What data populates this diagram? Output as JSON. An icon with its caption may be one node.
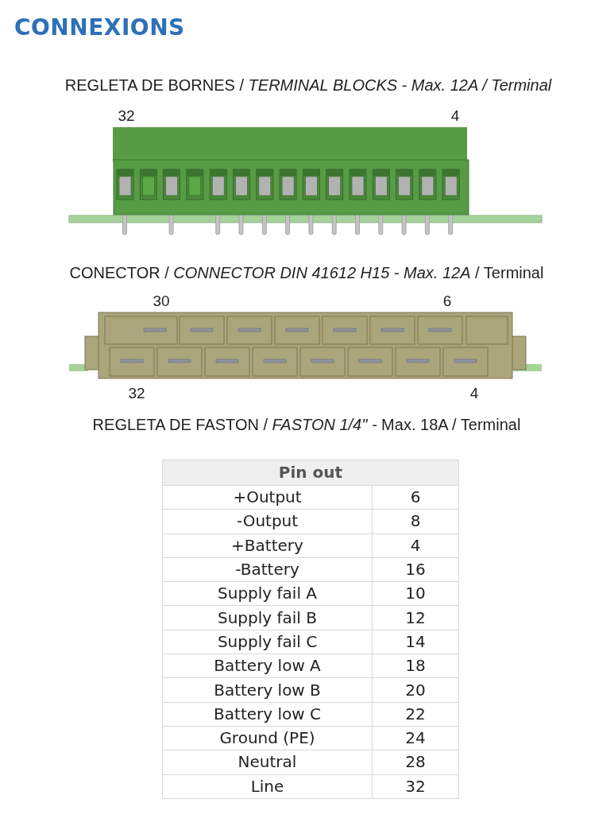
{
  "diagram": {
    "title": "CONNEXIONS",
    "labels": [
      "REGLETA DE BORNES / *TERMINAL BLOCKS - Max. 12A / Terminal*",
      "32",
      "4",
      "CONECTOR / *CONNECTOR DIN 41612 H15 - Max. 12A* / Terminal",
      "30",
      "6",
      "32",
      "4",
      "REGLETA DE FASTON / *FASTON 1/4\" -* Max. 18A / Terminal",
      "Pin out",
      "+Output",
      "6",
      "-Output",
      "8",
      "+Battery",
      "4",
      "-Battery",
      "16",
      "Supply fail A",
      "10",
      "Supply fail B",
      "12",
      "Supply fail C",
      "14",
      "Battery low A",
      "18",
      "Battery low B",
      "20",
      "Battery low C",
      "22",
      "Ground (PE)",
      "24",
      "Neutral",
      "28",
      "Line",
      "32"
    ]
  }
}
